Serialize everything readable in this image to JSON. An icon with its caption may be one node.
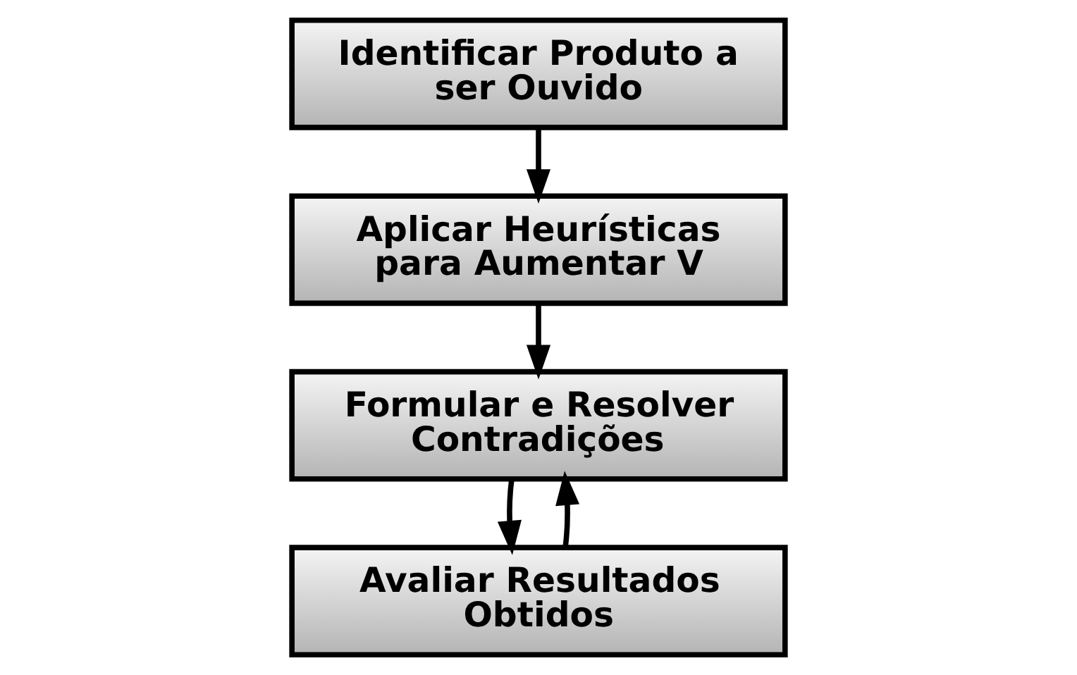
{
  "diagram": {
    "nodes": [
      {
        "text": [
          "Identificar Produto a ser Ouvido"
        ]
      },
      {
        "text": [
          "Aplicar Heurísticas para Aumentar V"
        ]
      },
      {
        "text": [
          "Formular e Resolver Contradições"
        ]
      },
      {
        "text": [
          "Avaliar Resultados Obtidos"
        ]
      }
    ],
    "edges": [
      {
        "from": 0,
        "to": 1,
        "arrow": "to"
      },
      {
        "from": 1,
        "to": 2,
        "arrow": "to"
      },
      {
        "from": 2,
        "to": 3,
        "arrow": "to"
      },
      {
        "from": 3,
        "to": 2,
        "arrow": "to"
      }
    ]
  }
}
